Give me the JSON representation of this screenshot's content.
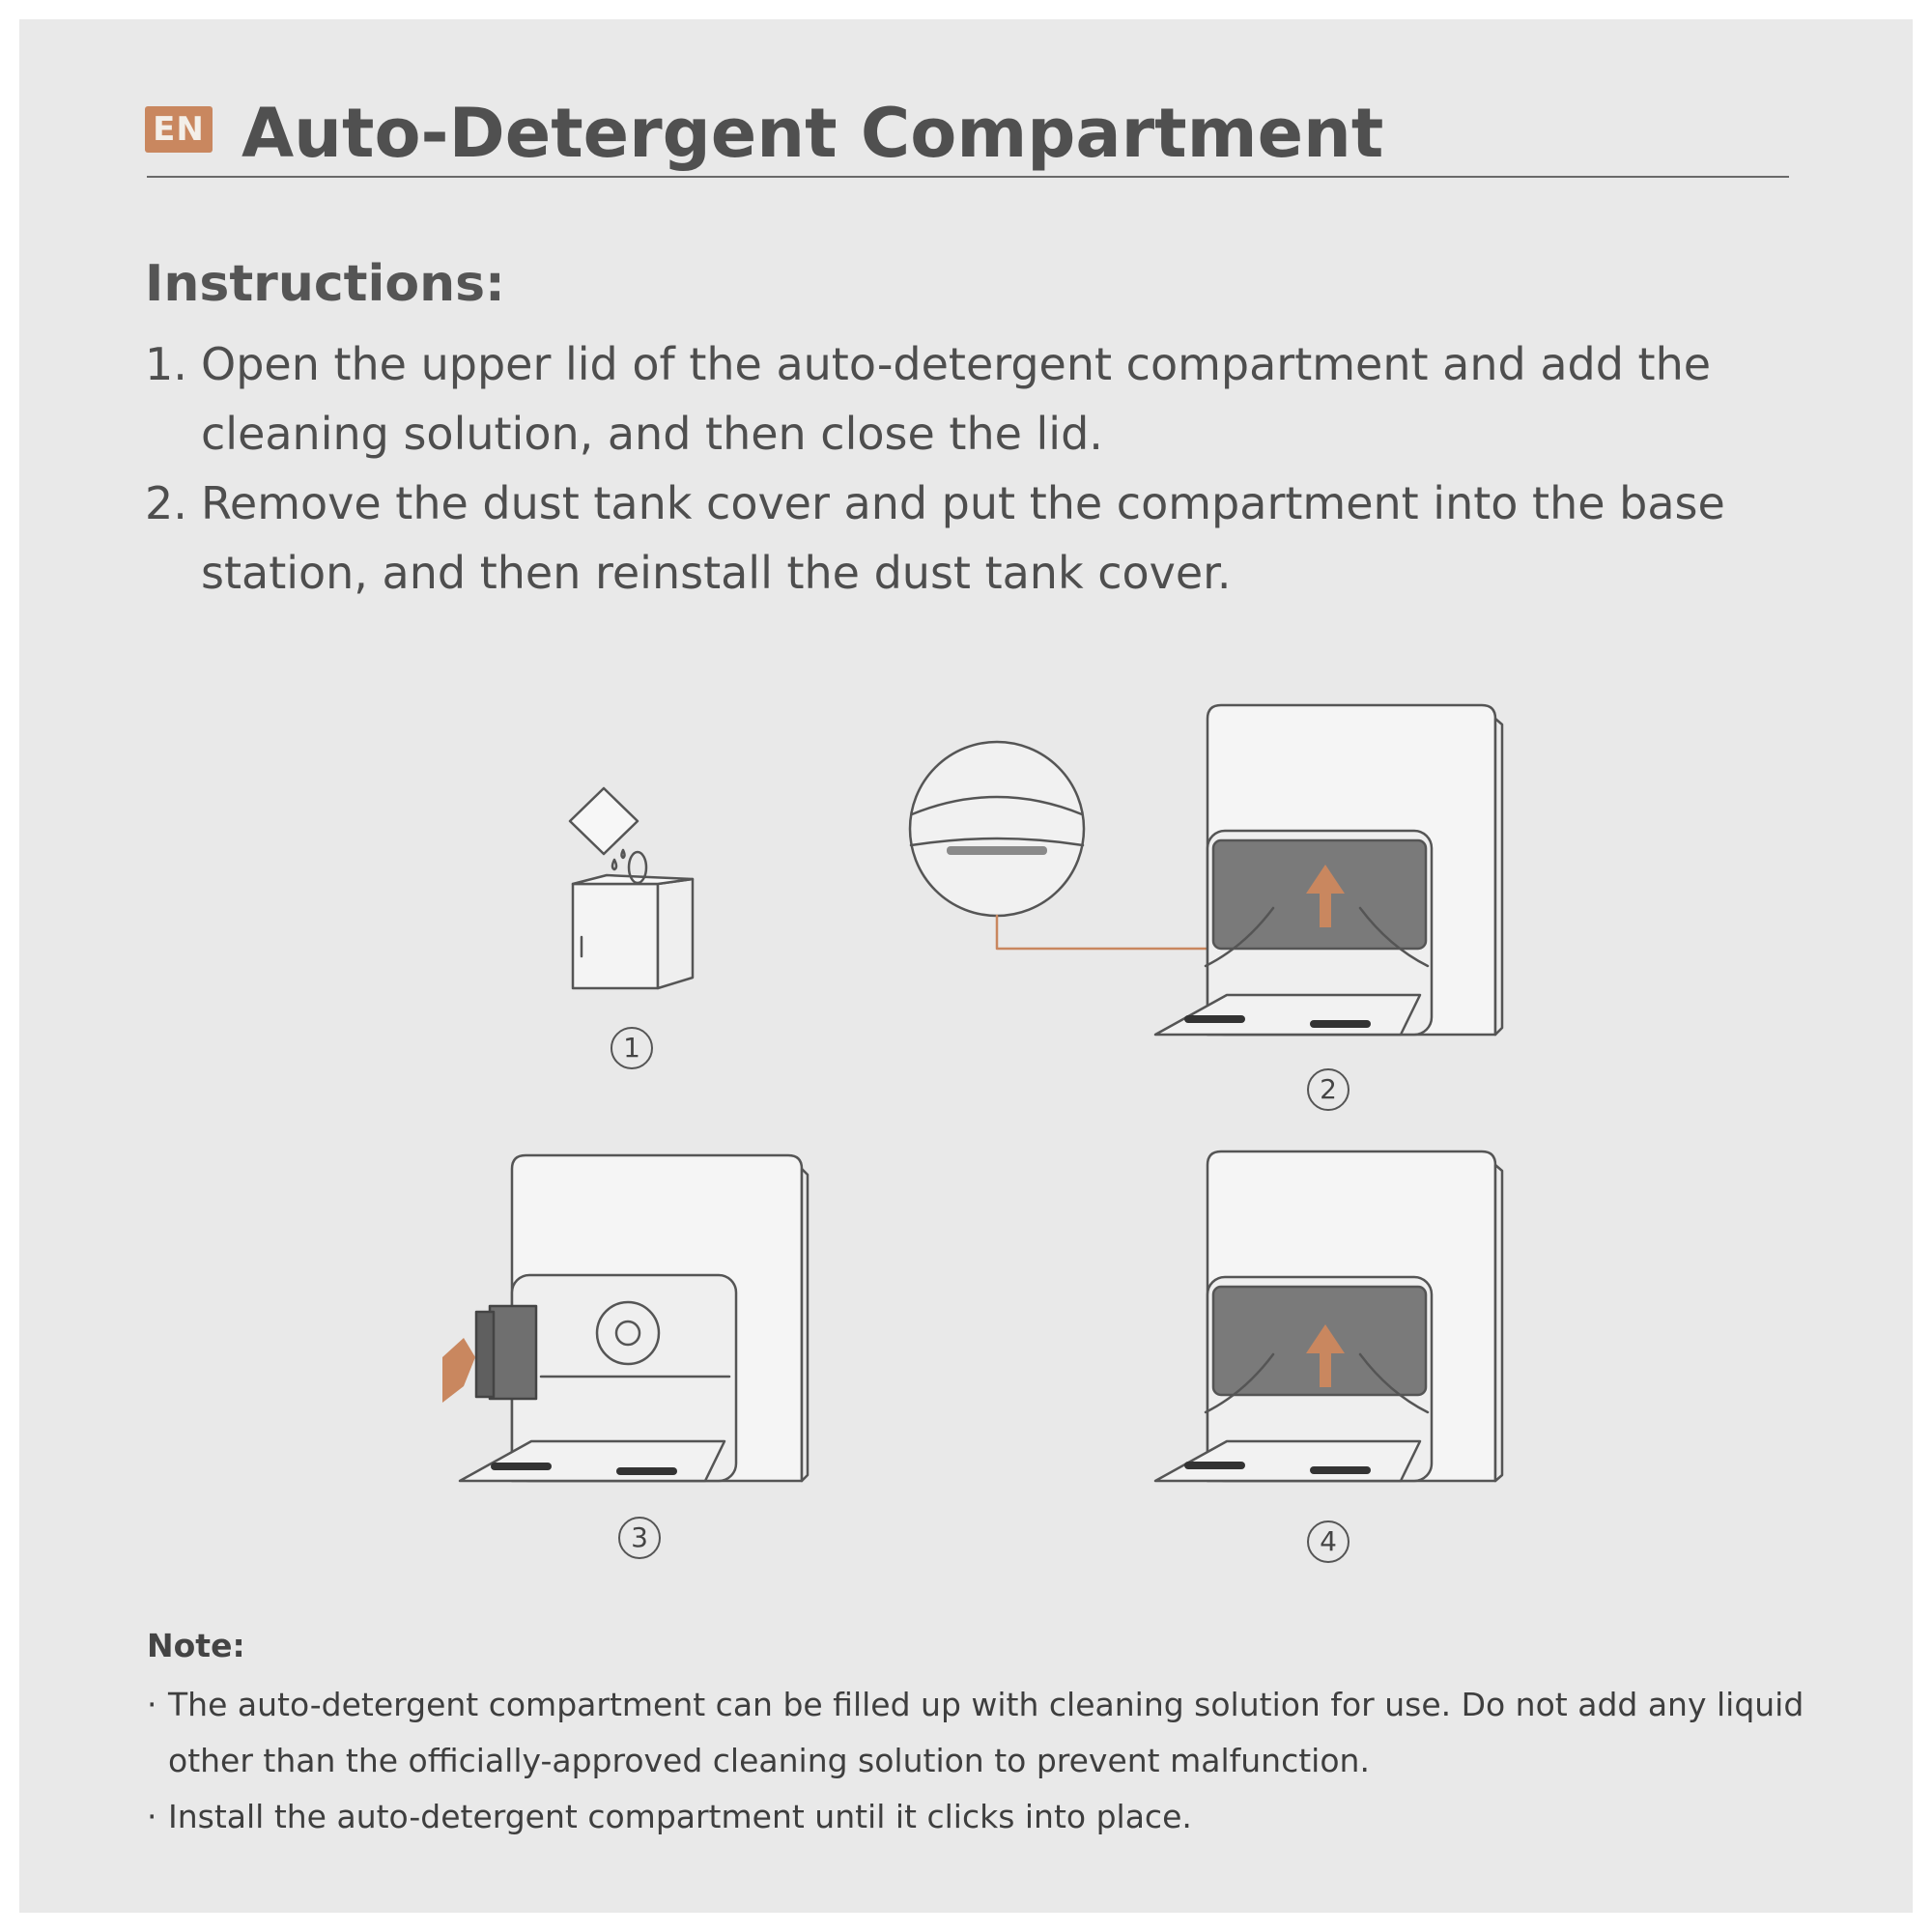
{
  "header": {
    "lang_badge": "EN",
    "title": "Auto-Detergent Compartment"
  },
  "instructions": {
    "heading": "Instructions:",
    "steps": [
      {
        "num": "1.",
        "text": "Open the upper lid of the auto-detergent compartment and add the cleaning solution, and then close the lid."
      },
      {
        "num": "2.",
        "text": "Remove the dust tank cover and put the compartment into the base station, and then reinstall the dust tank cover."
      }
    ]
  },
  "figures": [
    {
      "label": "1"
    },
    {
      "label": "2"
    },
    {
      "label": "3"
    },
    {
      "label": "4"
    }
  ],
  "note": {
    "heading": "Note:",
    "bullet": "·",
    "items": [
      "The auto-detergent compartment can be filled up with cleaning solution for use. Do not add any liquid other than the officially-approved cleaning solution to prevent malfunction.",
      "Install the auto-detergent compartment until it clicks into place."
    ]
  },
  "colors": {
    "page": "#e9e9e9",
    "accent": "#c9875f",
    "text": "#4a4a4a",
    "cover_gray": "#7a7a7a"
  }
}
